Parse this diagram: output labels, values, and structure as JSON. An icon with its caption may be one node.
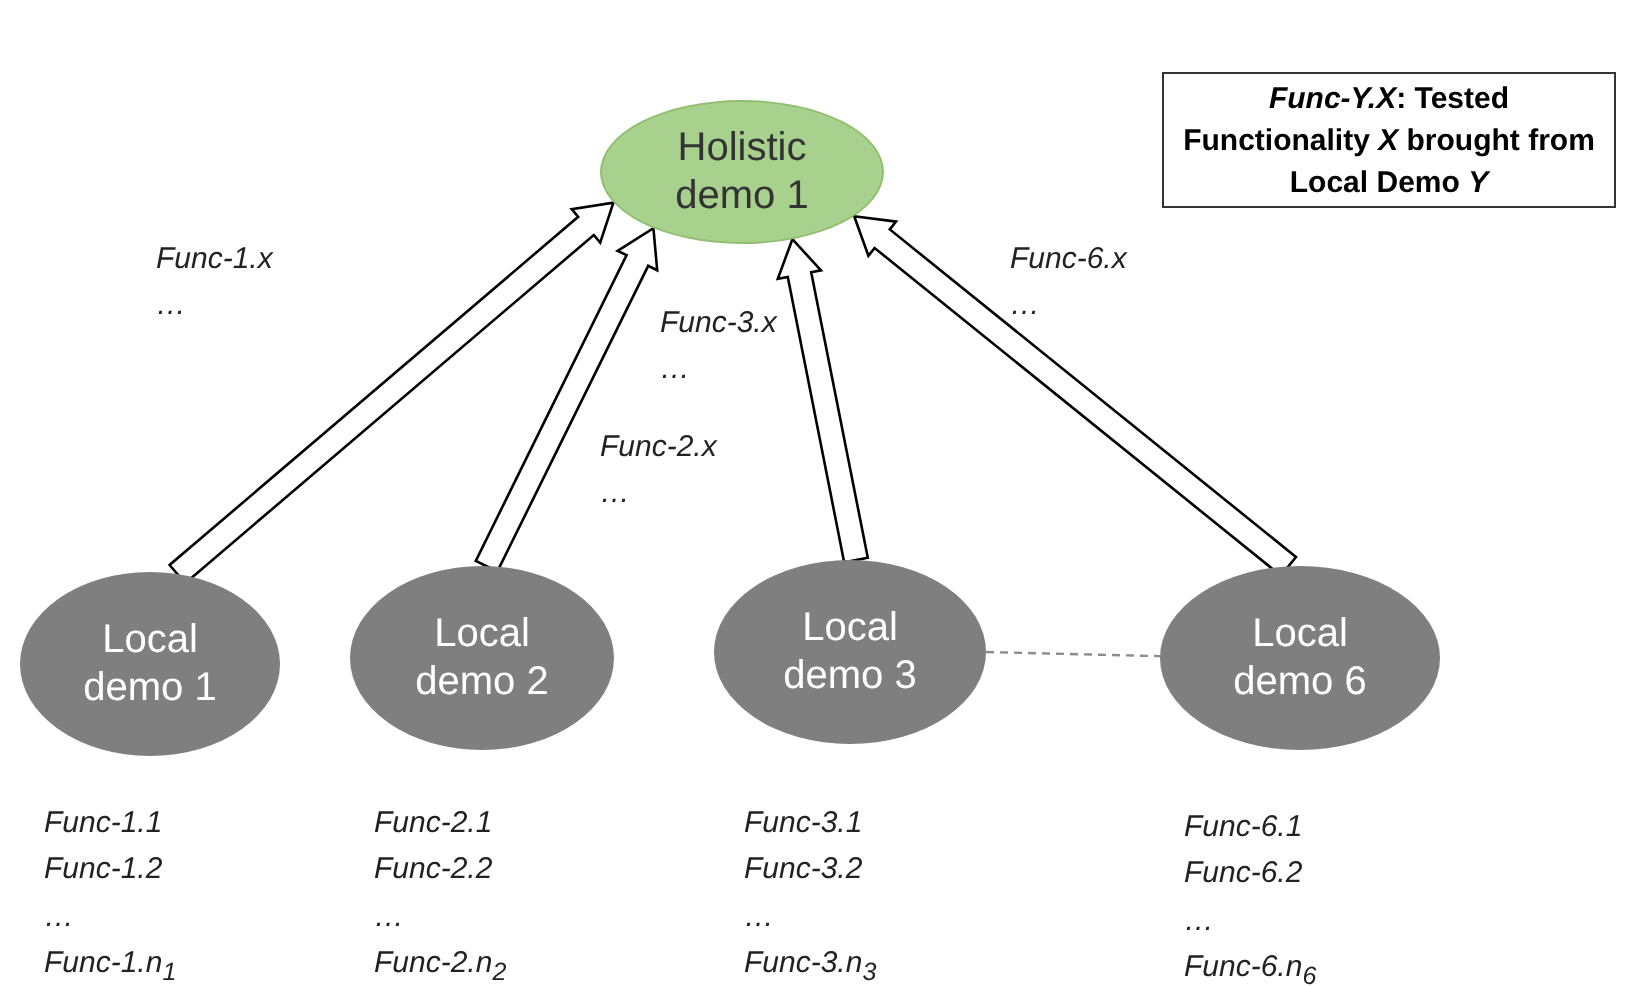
{
  "diagram": {
    "nodes": [
      {
        "text": [
          "Holistic demo 1"
        ]
      },
      {
        "text": [
          "Local demo 1"
        ],
        "beside": [
          "Func-1.1",
          "Func-1.2",
          "…",
          "Func-1.n$_{1}$"
        ]
      },
      {
        "text": [
          "Local demo 2"
        ],
        "beside": [
          "Func-2.1",
          "Func-2.2",
          "…",
          "Func-2.n$_{2}$"
        ]
      },
      {
        "text": [
          "Local demo 3"
        ],
        "beside": [
          "Func-3.1",
          "Func-3.2",
          "…",
          "Func-3.n$_{3}$"
        ]
      },
      {
        "text": [
          "Local demo 6"
        ],
        "beside": [
          "Func-6.1",
          "Func-6.2",
          "…",
          "Func-6.n$_{6}$"
        ]
      },
      {
        "text": [
          "*Func-Y.X*: Tested Functionality *X* brought from Local Demo *Y*"
        ]
      }
    ],
    "edges": [
      {
        "from": 1,
        "to": 0,
        "arrow": "to",
        "style": "thick",
        "label": "Func-1.x …"
      },
      {
        "from": 2,
        "to": 0,
        "arrow": "to",
        "style": "thick",
        "label": "Func-2.x …"
      },
      {
        "from": 3,
        "to": 0,
        "arrow": "to",
        "style": "thick",
        "label": "Func-3.x …"
      },
      {
        "from": 4,
        "to": 0,
        "arrow": "to",
        "style": "thick",
        "label": "Func-6.x …"
      },
      {
        "from": 3,
        "to": 4,
        "arrow": "none",
        "style": "dashed",
        "color": "#8c8c8c"
      }
    ]
  }
}
